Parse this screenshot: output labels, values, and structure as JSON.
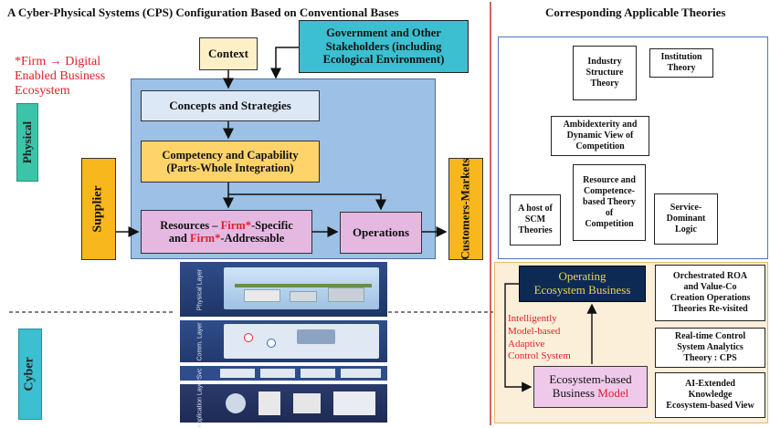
{
  "left_title": "A Cyber-Physical Systems (CPS) Configuration Based on Conventional Bases",
  "right_title": "Corresponding Applicable Theories",
  "note": {
    "line1": "*Firm → Digital",
    "line2": "Enabled Business",
    "line3": "Ecosystem"
  },
  "labels": {
    "physical": "Physical",
    "cyber": "Cyber"
  },
  "boxes": {
    "context": "Context",
    "government": [
      "Government and Other",
      "Stakeholders (including",
      "Ecological Environment)"
    ],
    "concepts": "Concepts and Strategies",
    "competency": [
      "Competency and Capability",
      "(Parts-Whole Integration)"
    ],
    "supplier": "Supplier",
    "resources": {
      "line1_a": "Resources – ",
      "firm": "Firm*",
      "line1_b": "-Specific",
      "line2_a": "and ",
      "line2_b": "-Addressable"
    },
    "operations": "Operations",
    "customers": "Customers-Markets"
  },
  "theories": {
    "industry": [
      "Industry",
      "Structure",
      "Theory"
    ],
    "institution": [
      "Institution",
      "Theory"
    ],
    "ambidexterity": [
      "Ambidexterity and",
      "Dynamic View of",
      "Competition"
    ],
    "resource_competence": [
      "Resource and",
      "Competence-",
      "based Theory",
      "of",
      "Competition"
    ],
    "scm": [
      "A host of",
      "SCM",
      "Theories"
    ],
    "service": [
      "Service-",
      "Dominant",
      "Logic"
    ]
  },
  "bottom_right": {
    "operating": [
      "Operating",
      "Ecosystem Business"
    ],
    "control_text": [
      "Intelligently",
      "Model-based",
      "Adaptive",
      "Control System"
    ],
    "model_box": {
      "line1": "Ecosystem-based",
      "line2_a": "Business ",
      "line2_b": "Model"
    },
    "orchestrated": [
      "Orchestrated ROA",
      "and Value-Co",
      "Creation Operations",
      "Theories Re-visited"
    ],
    "realtime": [
      "Real-time Control",
      "System Analytics",
      "Theory : CPS"
    ],
    "ai": [
      "AI-Extended",
      "Knowledge",
      "Ecosystem-based View"
    ]
  },
  "colors": {
    "context_fill": "#fdf0c7",
    "government_fill": "#3cbfd0",
    "blue_panel": "#9cc0e6",
    "concepts_fill": "#dde8f7",
    "competency_fill": "#fdd36a",
    "supplier_fill": "#f9b71e",
    "resources_fill": "#e5b8e2",
    "operations_fill": "#e5b8e2",
    "customers_fill": "#f9b71e",
    "physical_fill": "#3cc4a8",
    "cyber_fill": "#3cbfd0",
    "operating_fill": "#0c2a54",
    "operating_text": "#e6d84a",
    "model_fill": "#efc9ea",
    "right_bottom_panel": "#fbefda",
    "accent_red": "#e0202a",
    "divider_red": "#c9302c",
    "dark_layer": "#2b3a6b"
  },
  "icons": {
    "arrow": "arrow-icon",
    "cyber_layers": "cyber-layers-graphic"
  }
}
